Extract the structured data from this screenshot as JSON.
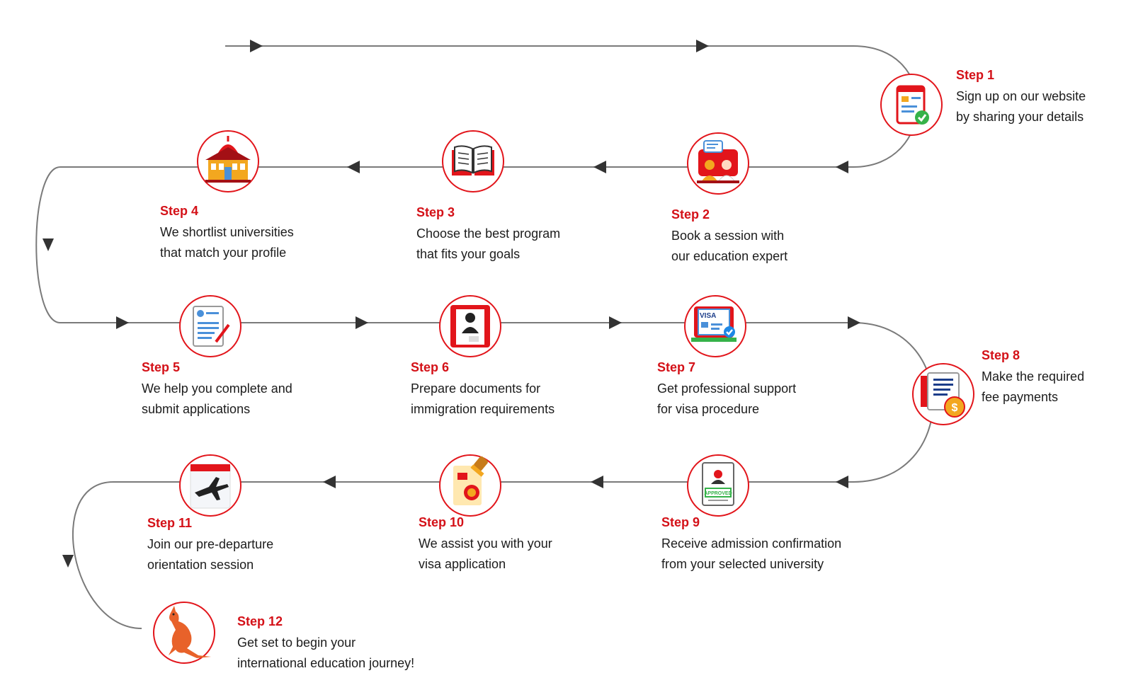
{
  "colors": {
    "accent": "#e2151b",
    "label": "#d41118",
    "path": "#7a7a7a",
    "text": "#1c1c1c"
  },
  "steps": [
    {
      "label": "Step 1",
      "lines": [
        "Sign up on our website",
        "by sharing your details"
      ],
      "icon": "signup-form-icon"
    },
    {
      "label": "Step 2",
      "lines": [
        "Book a session with",
        "our education expert"
      ],
      "icon": "counselling-session-icon"
    },
    {
      "label": "Step 3",
      "lines": [
        "Choose the best program",
        "that fits your goals"
      ],
      "icon": "open-book-icon"
    },
    {
      "label": "Step 4",
      "lines": [
        "We shortlist universities",
        "that match your profile"
      ],
      "icon": "university-building-icon"
    },
    {
      "label": "Step 5",
      "lines": [
        "We help you complete and",
        "submit applications"
      ],
      "icon": "application-form-icon"
    },
    {
      "label": "Step 6",
      "lines": [
        "Prepare documents for",
        "immigration requirements"
      ],
      "icon": "document-profile-icon"
    },
    {
      "label": "Step 7",
      "lines": [
        "Get professional support",
        "for visa procedure"
      ],
      "icon": "visa-card-icon",
      "icon_text": "VISA"
    },
    {
      "label": "Step 8",
      "lines": [
        "Make the required",
        "fee payments"
      ],
      "icon": "fee-payment-icon",
      "icon_text": "$"
    },
    {
      "label": "Step 9",
      "lines": [
        "Receive admission confirmation",
        "from your selected university"
      ],
      "icon": "approved-letter-icon",
      "icon_text": "APPROVED"
    },
    {
      "label": "Step 10",
      "lines": [
        "We assist you with your",
        "visa application"
      ],
      "icon": "visa-stamp-icon"
    },
    {
      "label": "Step 11",
      "lines": [
        "Join our pre-departure",
        "orientation session"
      ],
      "icon": "airplane-icon"
    },
    {
      "label": "Step 12",
      "lines": [
        "Get set to begin your",
        "international education journey!"
      ],
      "icon": "kangaroo-icon"
    }
  ]
}
